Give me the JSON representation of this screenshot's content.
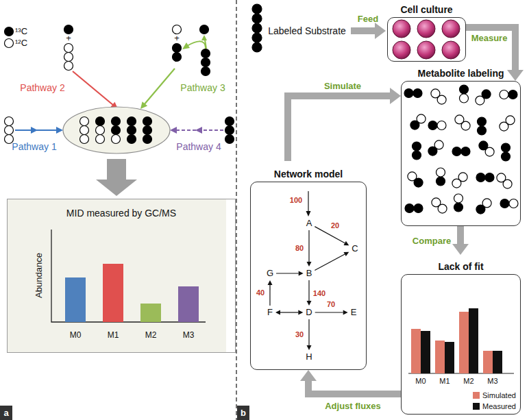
{
  "diagram": {
    "nodes": [
      {
        "text": [
          "MID measured by GC/MS"
        ]
      },
      {
        "text": [
          "Cell culture"
        ]
      },
      {
        "text": [
          "Metabolite labeling"
        ]
      },
      {
        "text": [
          "Network model"
        ]
      },
      {
        "text": [
          "A"
        ],
        "in": 3
      },
      {
        "text": [
          "C"
        ],
        "in": 3
      },
      {
        "text": [
          "G"
        ],
        "in": 3
      },
      {
        "text": [
          "B"
        ],
        "in": 3
      },
      {
        "text": [
          "F"
        ],
        "in": 3
      },
      {
        "text": [
          "D"
        ],
        "in": 3
      },
      {
        "text": [
          "E"
        ],
        "in": 3
      },
      {
        "text": [
          "H"
        ],
        "in": 3
      },
      {
        "text": [
          "Lack of fit"
        ]
      }
    ],
    "edges": [
      {
        "from": 1,
        "to": 2,
        "label": "Measure",
        "arrow": "to"
      },
      {
        "from": 3,
        "to": 2,
        "label": "Simulate",
        "arrow": "to"
      },
      {
        "from": 2,
        "to": 12,
        "label": "Compare",
        "arrow": "to"
      },
      {
        "from": 12,
        "to": 3,
        "label": "Adjust fluxes",
        "arrow": "to"
      },
      {
        "from": 4,
        "to": 7,
        "label": "80",
        "arrow": "to"
      },
      {
        "from": 4,
        "to": 5,
        "label": "20",
        "arrow": "to"
      },
      {
        "from": 7,
        "to": 5,
        "arrow": "to"
      },
      {
        "from": 7,
        "to": 9,
        "label": "140",
        "arrow": "to"
      },
      {
        "from": 8,
        "to": 9,
        "arrow": "both"
      },
      {
        "from": 9,
        "to": 10,
        "label": "70",
        "arrow": "to"
      },
      {
        "from": 9,
        "to": 11,
        "label": "30",
        "arrow": "to"
      },
      {
        "from": 8,
        "to": 6,
        "label": "40",
        "arrow": "to"
      },
      {
        "from": 6,
        "to": 7,
        "arrow": "to"
      }
    ],
    "labels": [
      "¹³C",
      "¹²C",
      "+",
      "+",
      "Pathway 2",
      "Pathway 3",
      "Pathway 1",
      "Pathway 4",
      "Abundance",
      "M0",
      "M1",
      "M2",
      "M3",
      "a",
      "Labeled Substrate",
      "Feed",
      "100",
      "M0",
      "M1",
      "M2",
      "M3",
      "b"
    ],
    "legend": [
      {
        "text": "Simulated",
        "color": "#e07b6a"
      },
      {
        "text": "Measured",
        "color": "#111111"
      }
    ]
  }
}
